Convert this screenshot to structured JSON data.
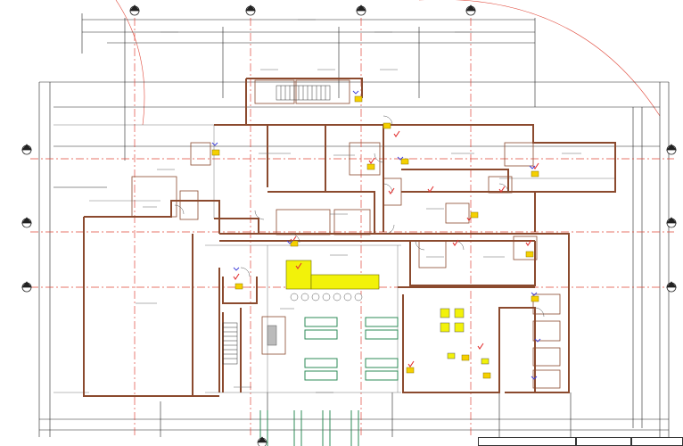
{
  "drawing": {
    "type": "architectural floor plan",
    "colors": {
      "wall": "#8b4a2e",
      "grid": "#e0483a",
      "dimension": "#222222",
      "fixture": "#2e8b57",
      "highlight": "#f2f20a",
      "tag": "#f5d000",
      "annotation": "#3a3ad8",
      "check": "#e23030"
    },
    "column_grid_markers": [
      "column-marker",
      "column-marker",
      "column-marker",
      "column-marker"
    ],
    "row_grid_markers": [
      "row-marker",
      "row-marker",
      "row-marker"
    ],
    "north_arrow": "north-arrow-icon"
  },
  "title_block": {
    "cell_1": "",
    "cell_2": "",
    "cell_3": ""
  }
}
